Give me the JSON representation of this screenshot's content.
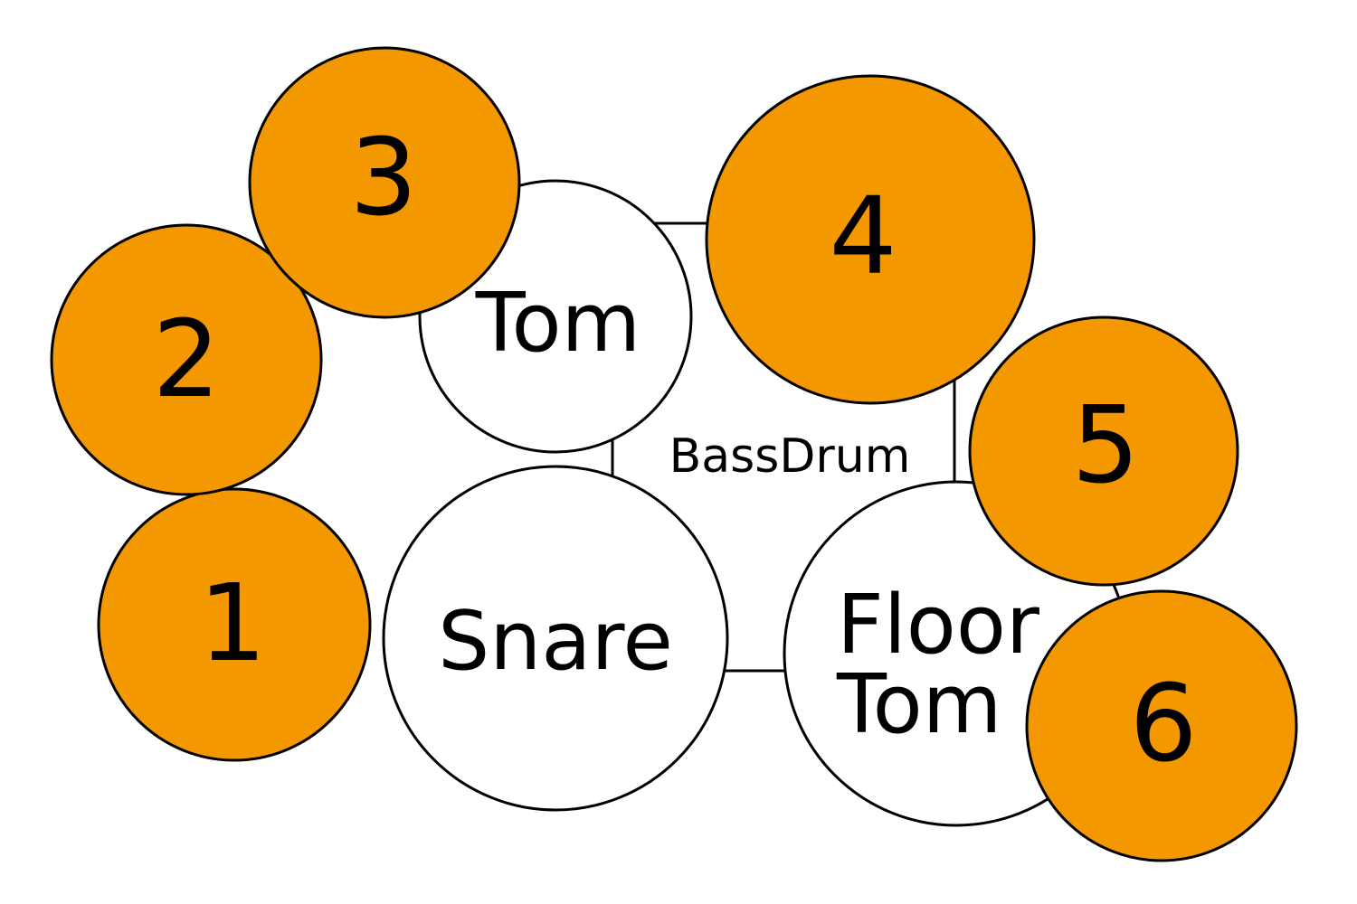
{
  "colors": {
    "accent": "#f39800",
    "drum_fill": "#ffffff",
    "stroke": "#000000",
    "background": "#ffffff"
  },
  "bass_drum": {
    "label": "BassDrum"
  },
  "drums": {
    "tom": {
      "label": "Tom"
    },
    "snare": {
      "label": "Snare"
    },
    "floor_tom": {
      "label_line1": "Floor",
      "label_line2": "Tom"
    }
  },
  "cymbals": [
    {
      "label": "1"
    },
    {
      "label": "2"
    },
    {
      "label": "3"
    },
    {
      "label": "4"
    },
    {
      "label": "5"
    },
    {
      "label": "6"
    }
  ]
}
